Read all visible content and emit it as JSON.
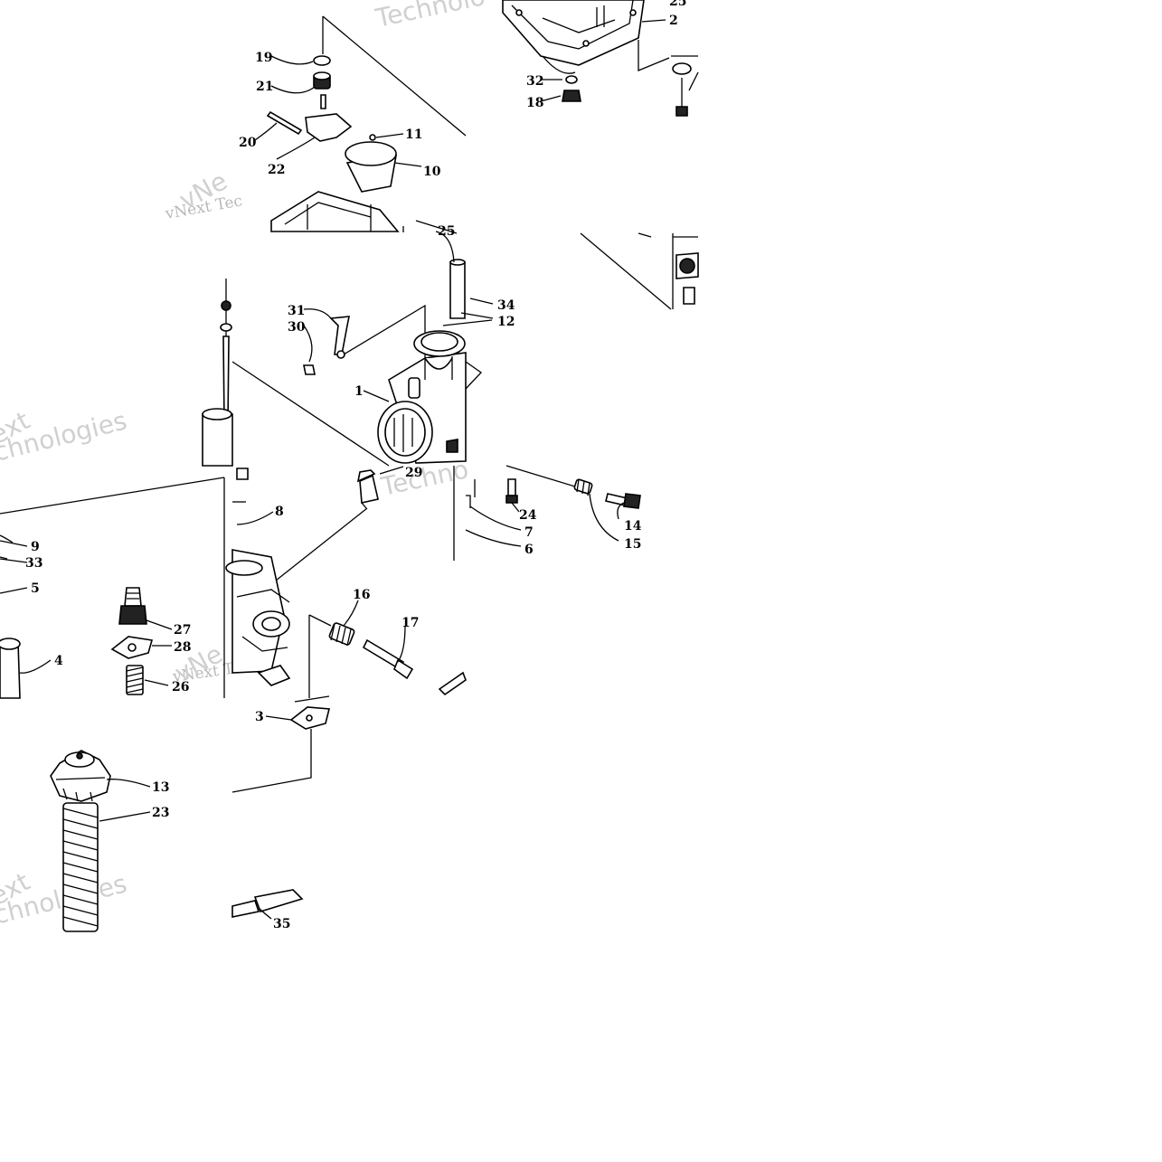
{
  "diagram": {
    "callouts": [
      "1",
      "2",
      "3",
      "4",
      "5",
      "6",
      "7",
      "8",
      "9",
      "10",
      "11",
      "12",
      "13",
      "14",
      "15",
      "16",
      "17",
      "18",
      "19",
      "20",
      "21",
      "22",
      "23",
      "24",
      "25",
      "26",
      "27",
      "28",
      "29",
      "30",
      "31",
      "32",
      "33",
      "34",
      "35"
    ],
    "watermark_fragments": [
      "vNext Tec",
      "Technolo",
      "Techno",
      "vNext Tec",
      "chnologies",
      "chnologies",
      "ext",
      "ext",
      "vNe",
      "vNe"
    ]
  }
}
